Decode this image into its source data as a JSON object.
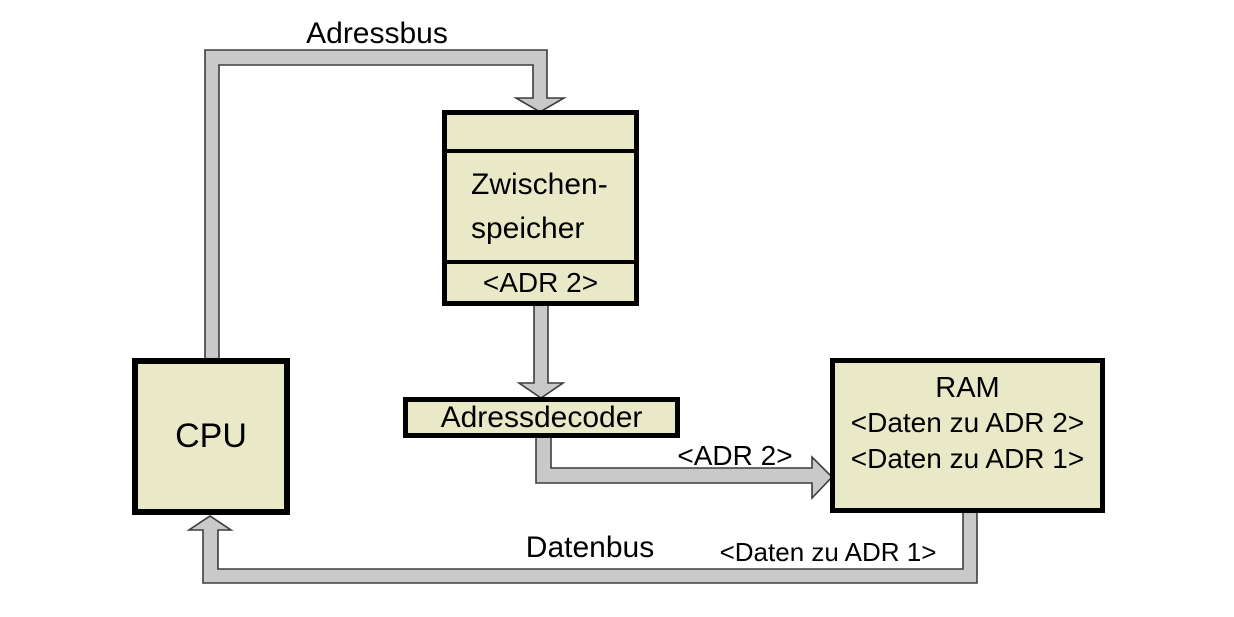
{
  "diagram": {
    "bus_labels": {
      "adressbus": "Adressbus",
      "datenbus": "Datenbus",
      "adr2_on_bus": "<ADR 2>",
      "daten_adr1_on_bus": "<Daten zu ADR 1>"
    },
    "nodes": {
      "cpu": {
        "label": "CPU"
      },
      "zwischenspeicher": {
        "line1": "Zwischen-",
        "line2": "speicher",
        "footer": "<ADR 2>"
      },
      "adressdecoder": {
        "label": "Adressdecoder"
      },
      "ram": {
        "title": "RAM",
        "line1": "<Daten zu ADR 2>",
        "line2": "<Daten zu ADR 1>"
      }
    },
    "colors": {
      "node_fill": "#e9e9c8",
      "node_border": "#000000",
      "bus_fill": "#c9c9c9",
      "bus_outline": "#3d3d3d"
    }
  }
}
